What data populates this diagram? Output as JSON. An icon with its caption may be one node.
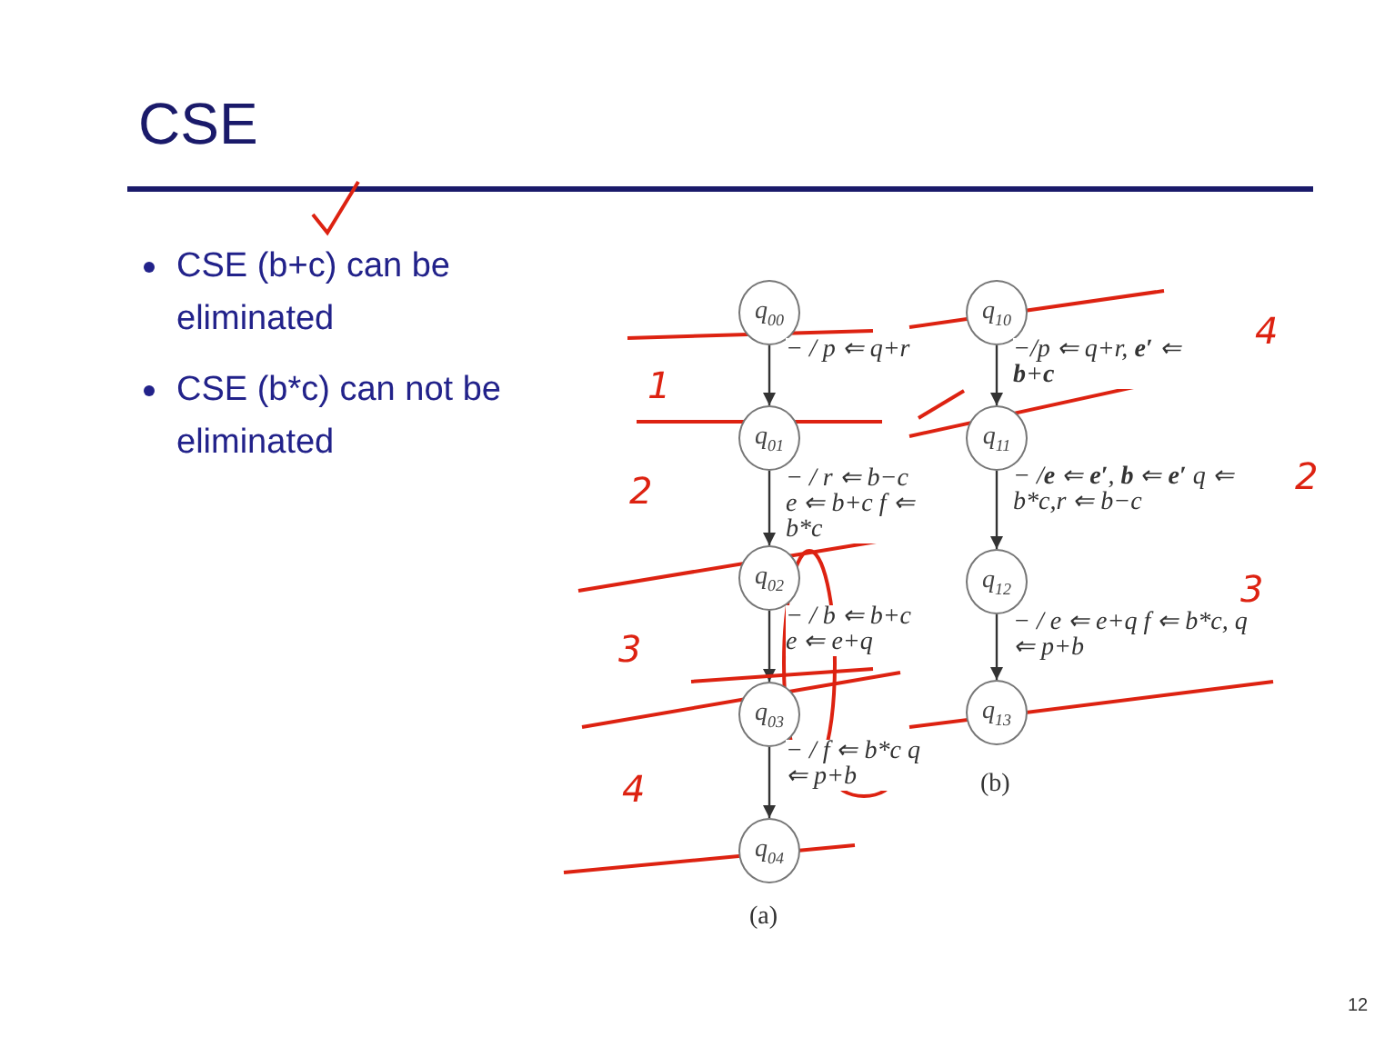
{
  "diagram": {
    "title": "CSE",
    "nodes": [
      {
        "text": [
          "q$_{00}$"
        ]
      },
      {
        "text": [
          "q$_{01}$"
        ]
      },
      {
        "text": [
          "q$_{02}$"
        ]
      },
      {
        "text": [
          "q$_{03}$"
        ]
      },
      {
        "text": [
          "q$_{04}$"
        ]
      },
      {
        "text": [
          "q$_{10}$"
        ]
      },
      {
        "text": [
          "q$_{11}$"
        ]
      },
      {
        "text": [
          "q$_{12}$"
        ]
      },
      {
        "text": [
          "q$_{13}$"
        ]
      }
    ],
    "edges": [
      {
        "from": 0,
        "to": 1,
        "arrow": "to",
        "label": "− / p ⇐ q+r"
      },
      {
        "from": 1,
        "to": 2,
        "arrow": "to",
        "label": "− / r ⇐ b−c e ⇐ b+c f ⇐ b*c"
      },
      {
        "from": 2,
        "to": 3,
        "arrow": "to",
        "label": "− / b ⇐ b+c e ⇐ e+q"
      },
      {
        "from": 3,
        "to": 4,
        "arrow": "to",
        "label": "− / f ⇐ b*c q ⇐ p+b"
      },
      {
        "from": 5,
        "to": 6,
        "arrow": "to",
        "label": "−/p ⇐ q+r, **e′** ⇐ **b**+**c**"
      },
      {
        "from": 6,
        "to": 7,
        "arrow": "to",
        "label": "− /**e** ⇐ **e′**, **b** ⇐ **e′** q ⇐ b*c,r ⇐ b−c"
      },
      {
        "from": 7,
        "to": 8,
        "arrow": "to",
        "label": "− / e ⇐ e+q f ⇐ b*c, q ⇐ p+b"
      }
    ],
    "labels": [
      "CSE (b+c) can be eliminated",
      "CSE (b*c) can not be eliminated",
      "4",
      "1",
      "2",
      "2",
      "3",
      "3",
      "4",
      "(b)",
      "(a)",
      "12"
    ]
  }
}
